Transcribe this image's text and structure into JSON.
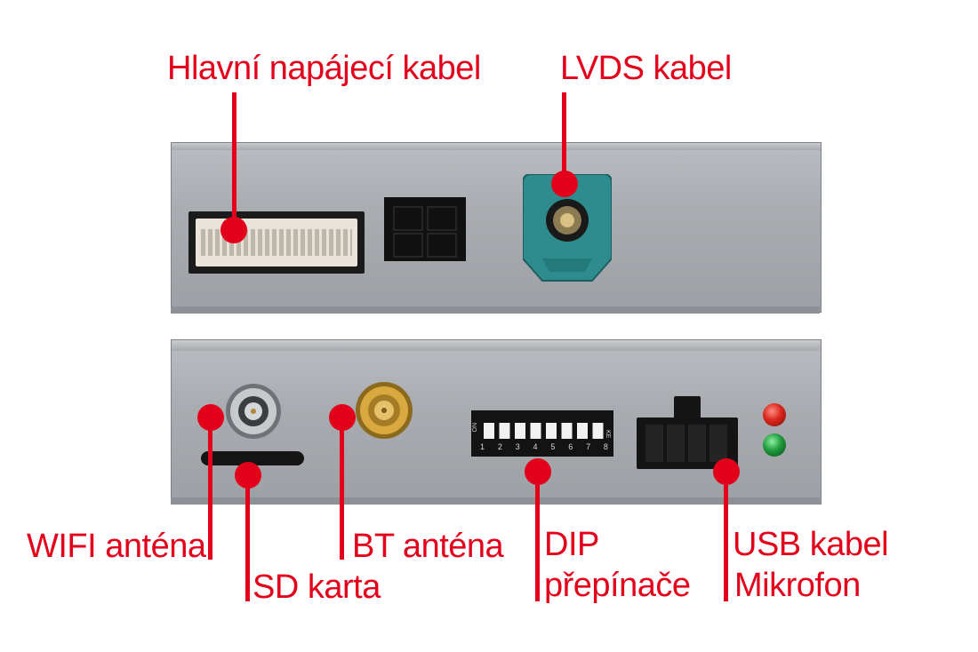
{
  "labels": {
    "main_power": "Hlavní napájecí kabel",
    "lvds": "LVDS kabel",
    "wifi": "WIFI anténa",
    "sd": "SD karta",
    "bt": "BT anténa",
    "dip_line1": "DIP",
    "dip_line2": "přepínače",
    "usb_line1": "USB kabel",
    "usb_line2": "Mikrofon"
  },
  "dip_switch": {
    "on_mark": "ON",
    "numbers": [
      "1",
      "2",
      "3",
      "4",
      "5",
      "6",
      "7",
      "8"
    ],
    "ke_mark": "KE"
  },
  "colors": {
    "accent": "#e3001b",
    "housing": "#a9acb0",
    "fakra_connector": "#2e8c8e",
    "led_red": "#d9261c",
    "led_green": "#1f9a3b"
  }
}
